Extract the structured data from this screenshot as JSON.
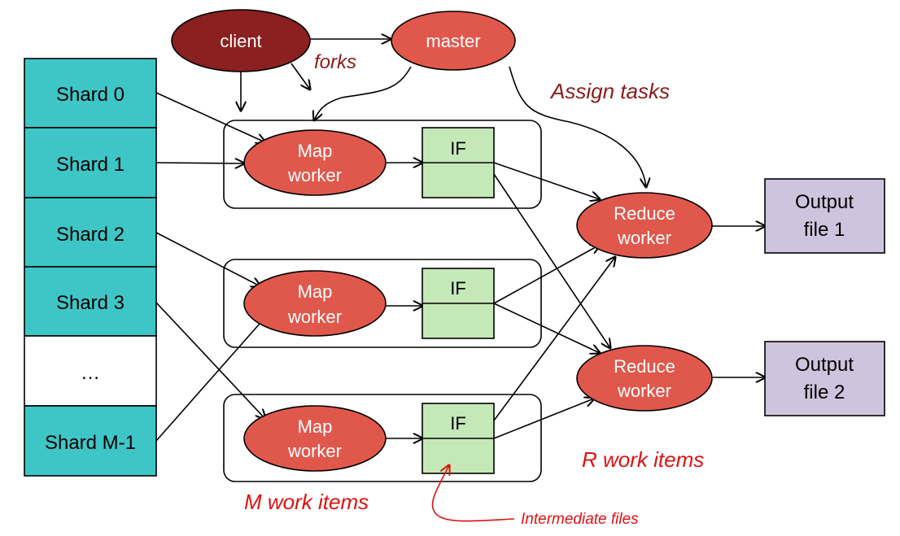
{
  "nodes": {
    "client": "client",
    "master": "master",
    "map_worker": [
      "Map",
      "worker"
    ],
    "reduce_worker": [
      "Reduce",
      "worker"
    ],
    "if_label": "IF",
    "output_1": [
      "Output",
      "file 1"
    ],
    "output_2": [
      "Output",
      "file 2"
    ]
  },
  "shards": [
    "Shard 0",
    "Shard 1",
    "Shard 2",
    "Shard 3",
    "…",
    "Shard M-1"
  ],
  "annotations": {
    "forks": "forks",
    "assign_tasks": "Assign tasks",
    "m_work_items": "M work items",
    "r_work_items": "R work items",
    "intermediate_files": "Intermediate files"
  },
  "colors": {
    "shard_fill": "#3ec6c6",
    "worker_fill": "#e0584c",
    "client_fill": "#8b2020",
    "if_fill": "#c5e8b8",
    "output_fill": "#cfc4dd",
    "annotation_dark": "#8b1a1a",
    "annotation_red": "#e01010"
  }
}
